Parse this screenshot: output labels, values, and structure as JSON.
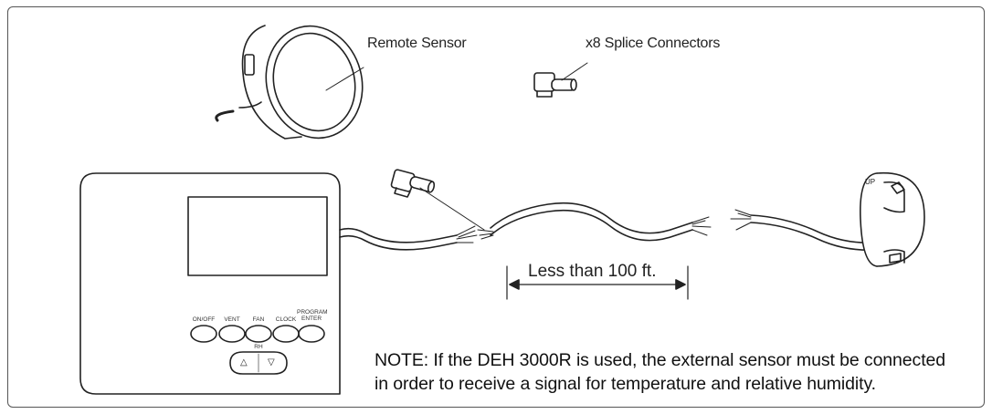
{
  "labels": {
    "remote_sensor": "Remote Sensor",
    "splice_connectors": "x8 Splice Connectors",
    "distance": "Less than 100 ft.",
    "sensor_up": "UP"
  },
  "control_panel": {
    "buttons": [
      "ON/OFF",
      "VENT",
      "FAN",
      "CLOCK"
    ],
    "program_line1": "PROGRAM",
    "program_line2": "ENTER",
    "rh_label": "RH",
    "rh_up": "△",
    "rh_down": "▽"
  },
  "note": {
    "line1": "NOTE:  If the DEH 3000R is used, the external sensor must be connected",
    "line2": "in order to receive a signal for temperature and relative humidity."
  },
  "colors": {
    "stroke": "#222222",
    "border": "#555555"
  }
}
